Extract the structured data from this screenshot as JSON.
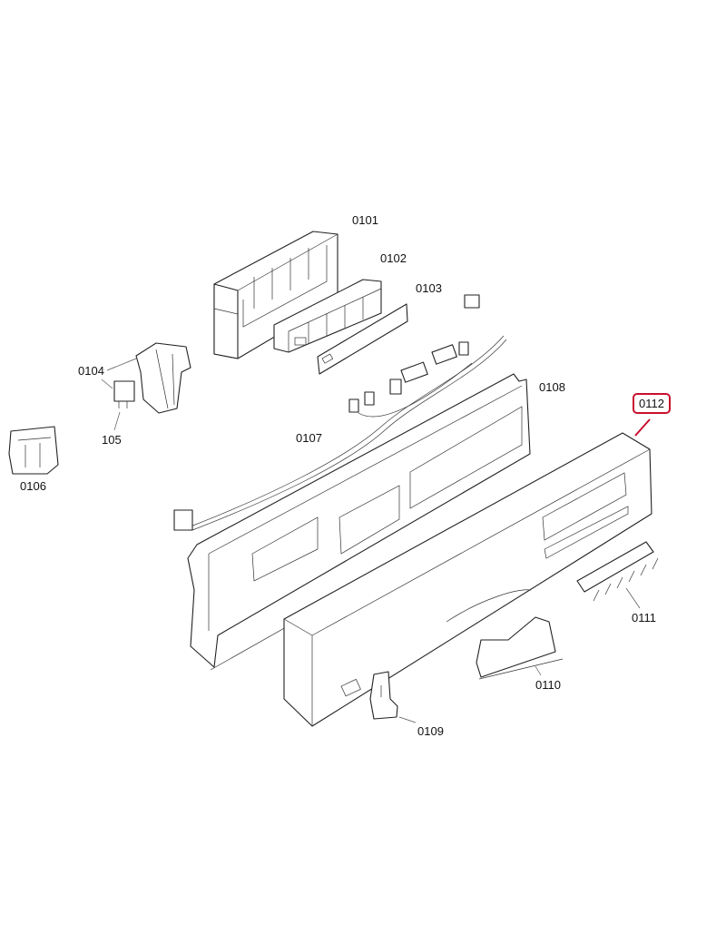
{
  "diagram": {
    "labels": {
      "p0101": "0101",
      "p0102": "0102",
      "p0103": "0103",
      "p0104": "0104",
      "p105": "105",
      "p0106": "0106",
      "p0107": "0107",
      "p0108": "0108",
      "p0109": "0109",
      "p0110": "0110",
      "p0111": "0111",
      "p0112": "0112"
    },
    "highlight_color": "#c8102e"
  }
}
